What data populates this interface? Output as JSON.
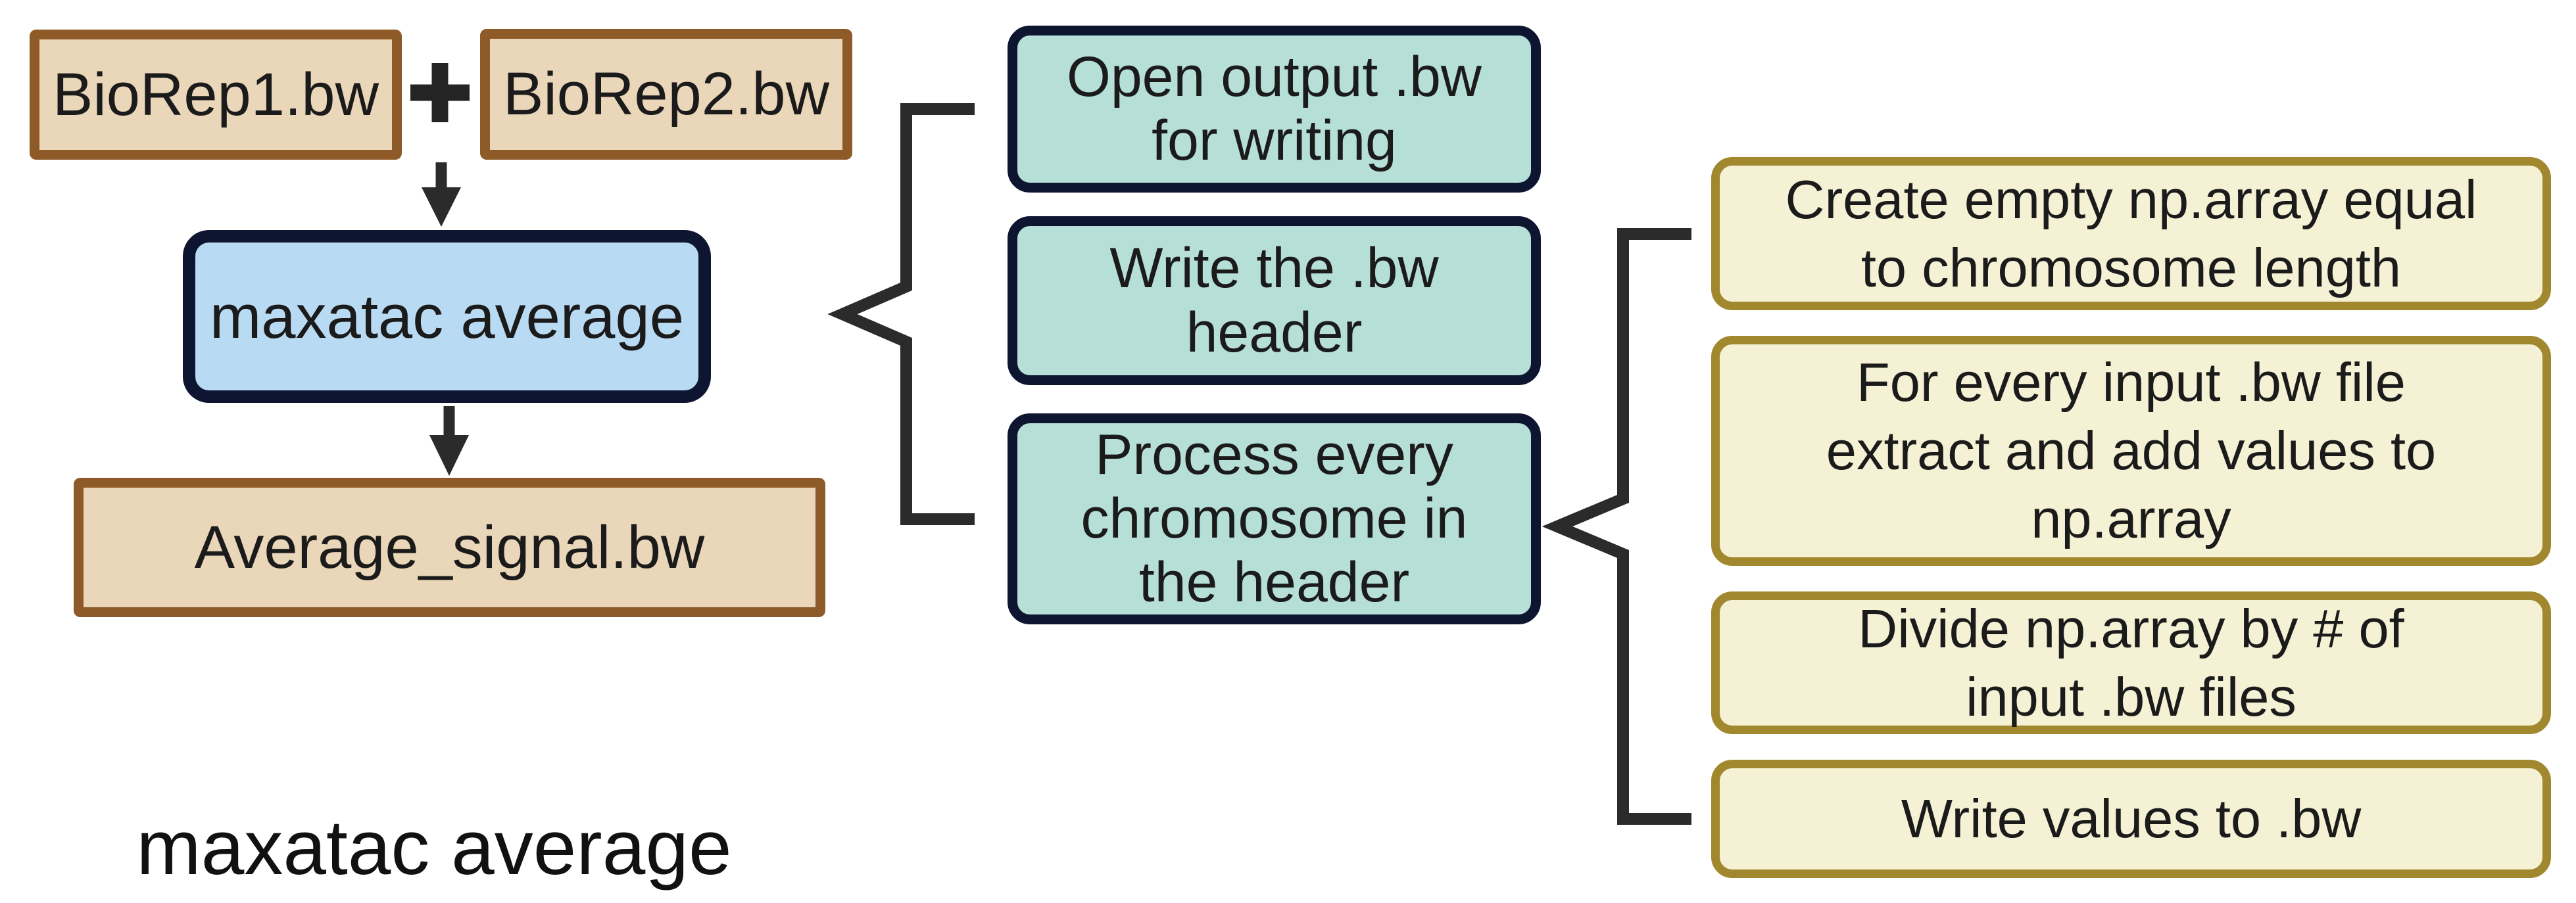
{
  "caption": "maxatac average",
  "flow": {
    "input1": "BioRep1.bw",
    "operator": "+",
    "input2": "BioRep2.bw",
    "tool": "maxatac average",
    "output": "Average_signal.bw"
  },
  "steps": [
    "Open output .bw\nfor writing",
    "Write the .bw\nheader",
    "Process every\nchromosome in\nthe header"
  ],
  "substeps": [
    "Create empty np.array equal\nto chromosome length",
    "For every input .bw file\nextract and add values to\nnp.array",
    "Divide np.array by # of\ninput .bw files",
    "Write values to .bw"
  ],
  "colors": {
    "input_fill": "#EAD6B8",
    "input_border": "#8D5A28",
    "tool_fill": "#B9DAF3",
    "tool_border": "#0D1530",
    "step_fill": "#B6DFD8",
    "step_border": "#0D1530",
    "substep_fill": "#F5F1D4",
    "substep_border": "#A1882E",
    "connector": "#2B2B2B",
    "text": "#1B1B1B"
  }
}
